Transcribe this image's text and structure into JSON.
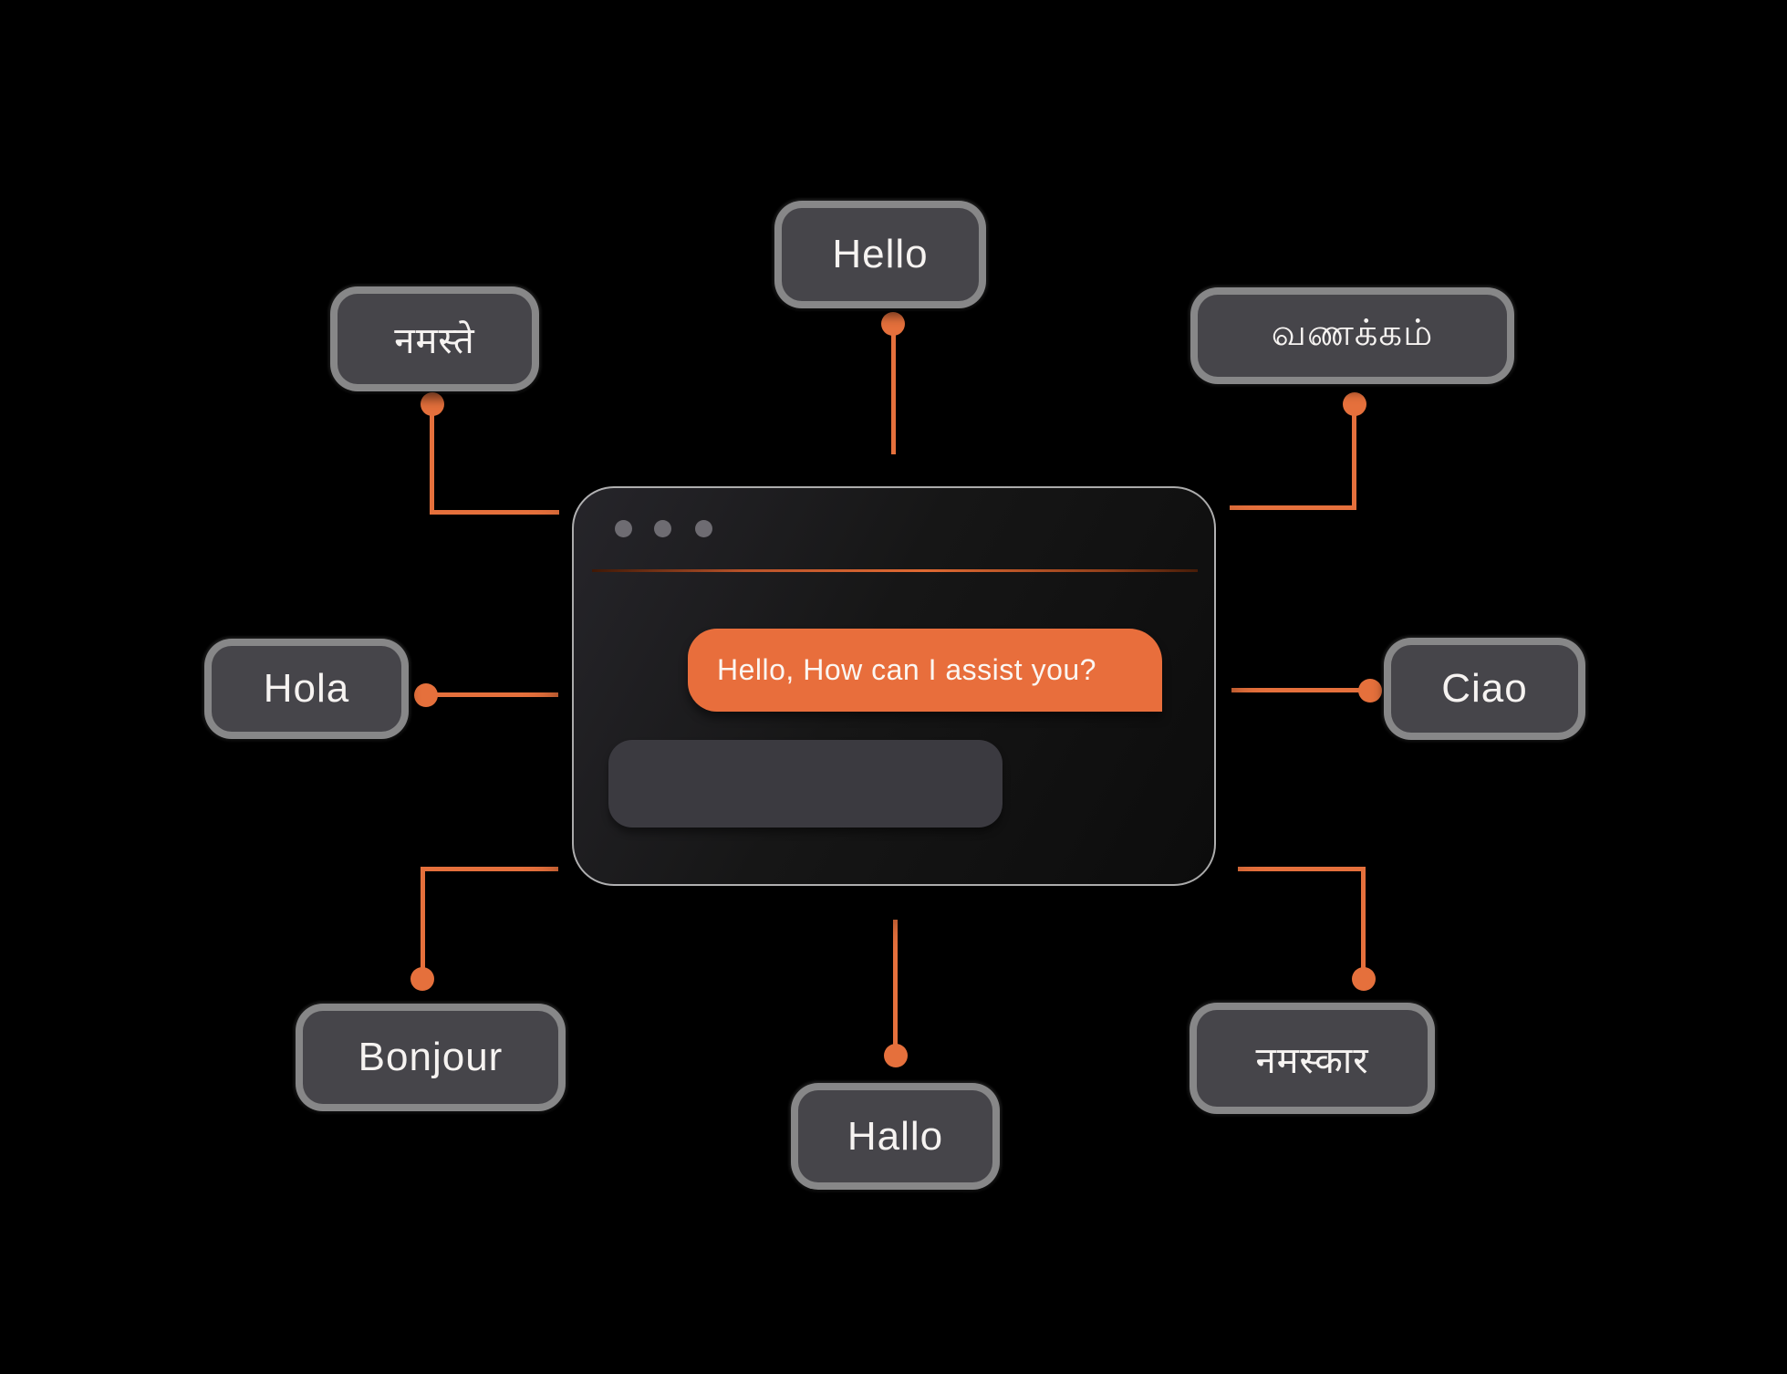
{
  "diagram": {
    "chat_window": {
      "message_bubble": "Hello, How can I assist you?",
      "input_value": "",
      "window_control_count": 3
    },
    "greetings": [
      {
        "id": "top-center",
        "text": "Hello"
      },
      {
        "id": "top-left",
        "text": "नमस्ते"
      },
      {
        "id": "top-right",
        "text": "வணக்கம்"
      },
      {
        "id": "middle-left",
        "text": "Hola"
      },
      {
        "id": "middle-right",
        "text": "Ciao"
      },
      {
        "id": "bottom-left",
        "text": "Bonjour"
      },
      {
        "id": "bottom-center",
        "text": "Hallo"
      },
      {
        "id": "bottom-right",
        "text": "नमस्कार"
      }
    ],
    "colors": {
      "accent_orange": "#E5703C",
      "bubble_orange": "#E86E3C",
      "pill_background": "#46454A",
      "pill_ring": "#8D8D8D",
      "window_background": "#161616",
      "input_background": "#3B3A40",
      "text": "#F6F3F1",
      "background": "#000000"
    }
  }
}
